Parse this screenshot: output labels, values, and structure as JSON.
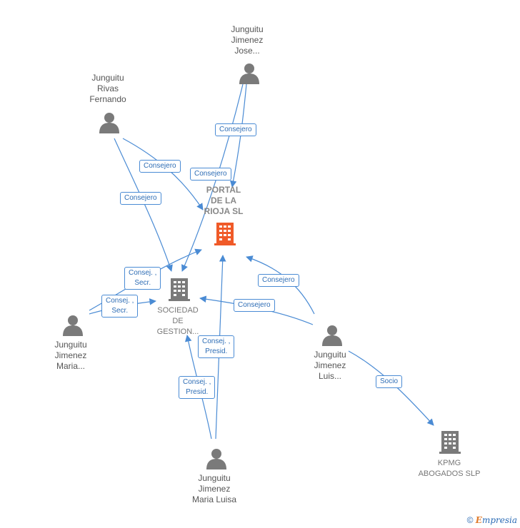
{
  "nodes": {
    "portal": [
      "PORTAL",
      "DE LA",
      "RIOJA  SL"
    ],
    "sociedad": [
      "SOCIEDAD",
      "DE",
      "GESTION..."
    ],
    "kpmg": [
      "KPMG",
      "ABOGADOS  SLP"
    ],
    "jose": [
      "Junguitu",
      "Jimenez",
      "Jose..."
    ],
    "fernando": [
      "Junguitu",
      "Rivas",
      "Fernando"
    ],
    "maria": [
      "Junguitu",
      "Jimenez",
      "Maria..."
    ],
    "luis": [
      "Junguitu",
      "Jimenez",
      "Luis..."
    ],
    "marialuisa": [
      "Junguitu",
      "Jimenez",
      "Maria Luisa"
    ]
  },
  "edges": {
    "jose_sociedad": [
      "Consejero"
    ],
    "jose_portal": [
      "Consejero"
    ],
    "fernando_portal": [
      "Consejero"
    ],
    "fernando_sociedad": [
      "Consejero"
    ],
    "maria_portal": [
      "Consej. ,",
      "Secr."
    ],
    "maria_sociedad": [
      "Consej. ,",
      "Secr."
    ],
    "luis_portal": [
      "Consejero"
    ],
    "luis_sociedad": [
      "Consejero"
    ],
    "luis_kpmg": [
      "Socio"
    ],
    "marialuisa_portal": [
      "Consej. ,",
      "Presid."
    ],
    "marialuisa_sociedad": [
      "Consej. ,",
      "Presid."
    ]
  },
  "colors": {
    "edge": "#4a8bd4",
    "person": "#7a7a7a",
    "company": "#7a7a7a",
    "main_company": "#f05a28"
  },
  "footer": {
    "copyright": "©",
    "brand_first": "E",
    "brand_rest": "mpresia"
  }
}
